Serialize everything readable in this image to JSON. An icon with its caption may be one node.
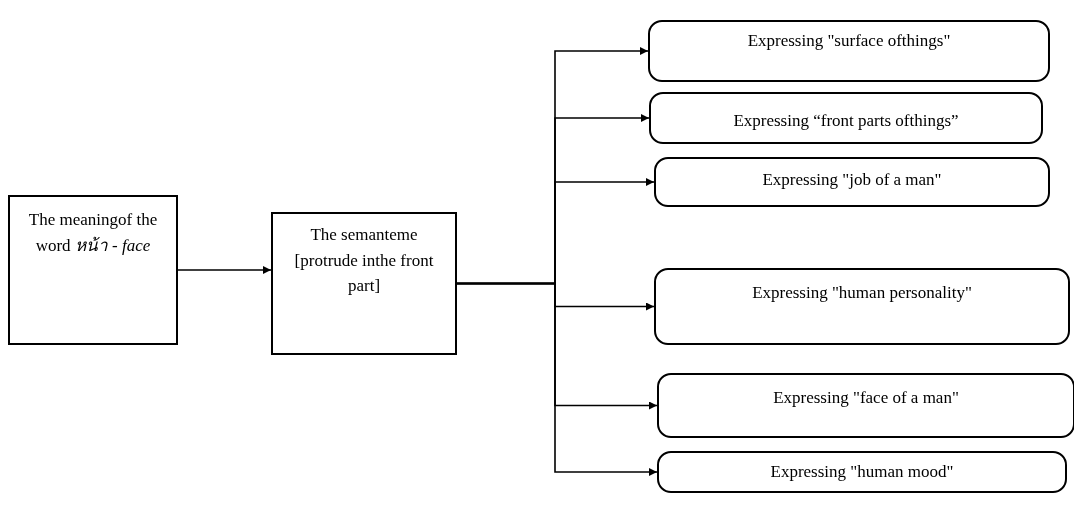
{
  "diagram": {
    "nodes": [
      {
        "text": [
          "The meaningof the word *หน้า* *- face*"
        ]
      },
      {
        "text": [
          "The semanteme [protrude inthe front part]"
        ]
      },
      {
        "text": [
          "Expressing \"surface ofthings\""
        ]
      },
      {
        "text": [
          "Expressing “front parts ofthings”"
        ]
      },
      {
        "text": [
          "Expressing \"job of a man\""
        ]
      },
      {
        "text": [
          "Expressing \"human personality\""
        ]
      },
      {
        "text": [
          "Expressing \"face of a man\""
        ]
      },
      {
        "text": [
          "Expressing \"human mood\""
        ]
      }
    ],
    "edges": [
      {
        "from": 0,
        "to": 1,
        "arrow": "to"
      },
      {
        "from": 1,
        "to": 2,
        "arrow": "to"
      },
      {
        "from": 1,
        "to": 3,
        "arrow": "to"
      },
      {
        "from": 1,
        "to": 4,
        "arrow": "to"
      },
      {
        "from": 1,
        "to": 5,
        "arrow": "to"
      },
      {
        "from": 1,
        "to": 6,
        "arrow": "to"
      },
      {
        "from": 1,
        "to": 7,
        "arrow": "to"
      }
    ]
  }
}
